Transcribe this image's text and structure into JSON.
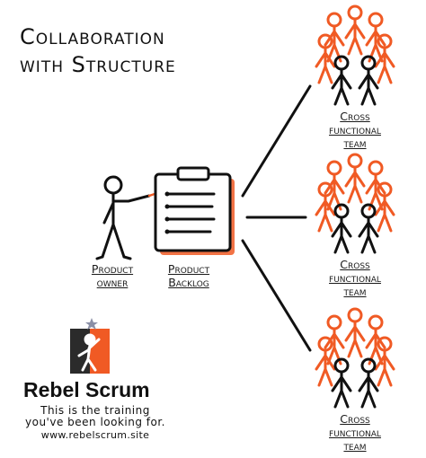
{
  "title": {
    "line1": "Collaboration",
    "line2": "with Structure"
  },
  "teams": [
    {
      "line1": "Cross",
      "line2": "functional",
      "line3": "team"
    },
    {
      "line1": "Cross",
      "line2": "functional",
      "line3": "team"
    },
    {
      "line1": "Cross",
      "line2": "functional",
      "line3": "team"
    }
  ],
  "product_owner": {
    "line1": "Product",
    "line2": "owner"
  },
  "product_backlog": {
    "line1": "Product",
    "line2": "Backlog"
  },
  "logo": {
    "brand": "Rebel Scrum",
    "tagline_1": "This is the training",
    "tagline_2": "you've been looking for.",
    "url": "www.rebelscrum.site"
  },
  "colors": {
    "accent": "#f05a24",
    "ink": "#111111",
    "logo_dark": "#2b2b2b"
  }
}
